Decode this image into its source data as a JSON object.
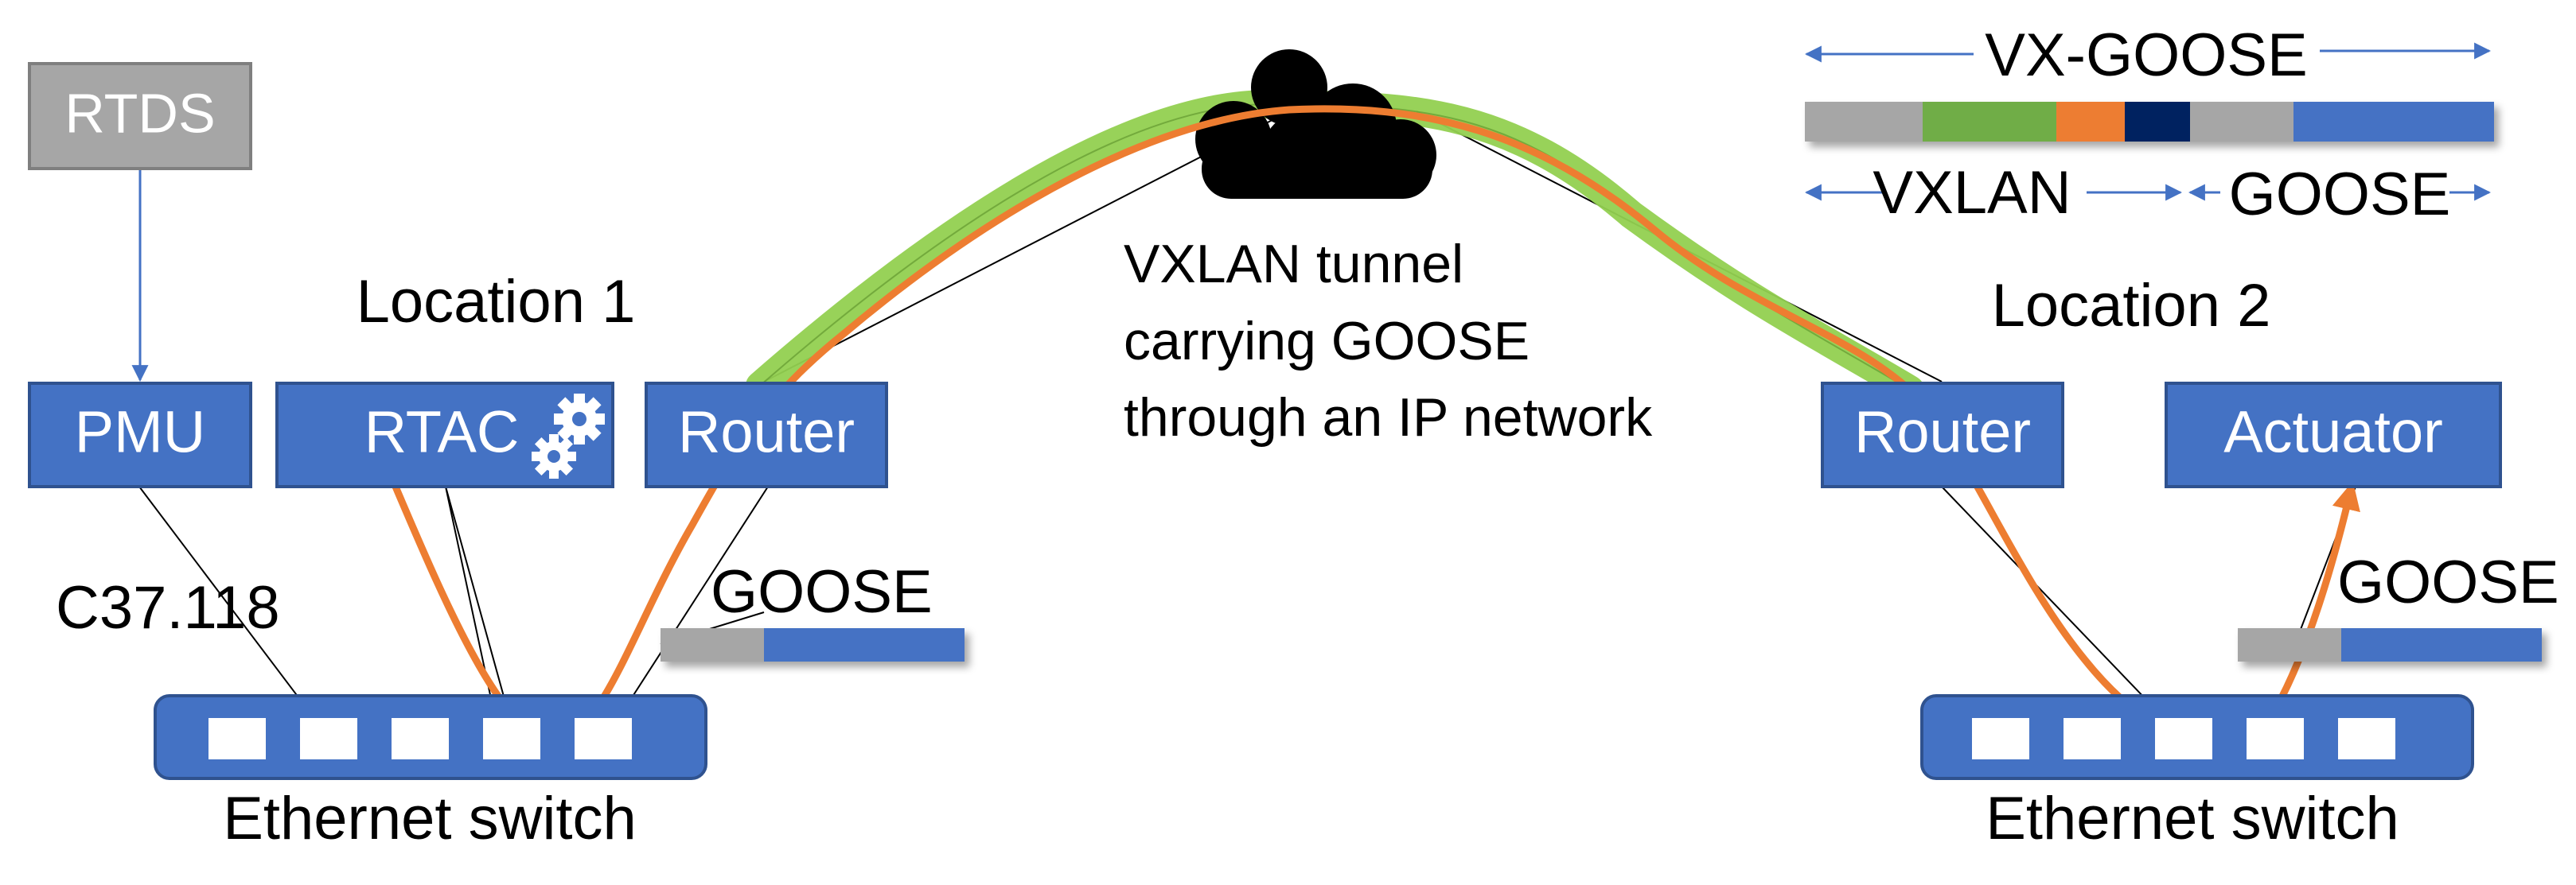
{
  "devices": {
    "rtds": "RTDS",
    "pmu": "PMU",
    "rtac": "RTAC",
    "router1": "Router",
    "router2": "Router",
    "actuator": "Actuator"
  },
  "locations": {
    "loc1": "Location 1",
    "loc2": "Location 2"
  },
  "protocols": {
    "c37": "C37.118",
    "goose_left": "GOOSE",
    "goose_right": "GOOSE"
  },
  "switches": {
    "left": "Ethernet switch",
    "right": "Ethernet switch"
  },
  "tunnel": {
    "line1": "VXLAN tunnel",
    "line2": "carrying GOOSE",
    "line3": "through an IP network"
  },
  "packet_legend": {
    "vx_goose": "VX-GOOSE",
    "vxlan": "VXLAN",
    "goose": "GOOSE"
  },
  "colors": {
    "box_blue": "#4472c4",
    "box_border": "#2f528f",
    "gray": "#a6a6a6",
    "green": "#70ad47",
    "tunnel_green": "#92d050",
    "orange": "#ed7d31",
    "navy": "#002060",
    "arrow_blue": "#4472c4"
  },
  "icons": [
    "cloud-icon",
    "gears-icon"
  ]
}
